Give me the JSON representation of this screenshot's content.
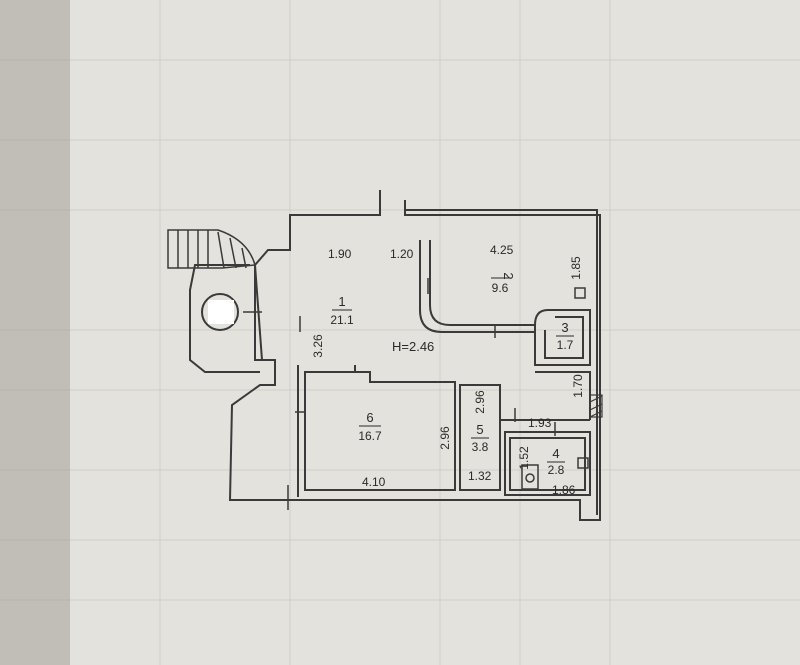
{
  "plan": {
    "height_label": "H=2.46",
    "rooms": [
      {
        "number": "1",
        "area": "21.1"
      },
      {
        "number": "2",
        "area": "9.6"
      },
      {
        "number": "3",
        "area": "1.7"
      },
      {
        "number": "4",
        "area": "2.8"
      },
      {
        "number": "5",
        "area": "3.8"
      },
      {
        "number": "6",
        "area": "16.7"
      }
    ],
    "dimensions": {
      "room1_top_left": "1.90",
      "room1_top_right": "1.20",
      "room2_width": "4.25",
      "room2_side": "1.85",
      "room1_height": "3.26",
      "corridor_side": "1.70",
      "room5_width_top": "1.93",
      "room5_height": "2.96",
      "room5_bottom": "1.32",
      "room4_side": "1.52",
      "room4_bottom": "1.86",
      "room6_height": "2.96",
      "room6_width": "4.10"
    }
  }
}
